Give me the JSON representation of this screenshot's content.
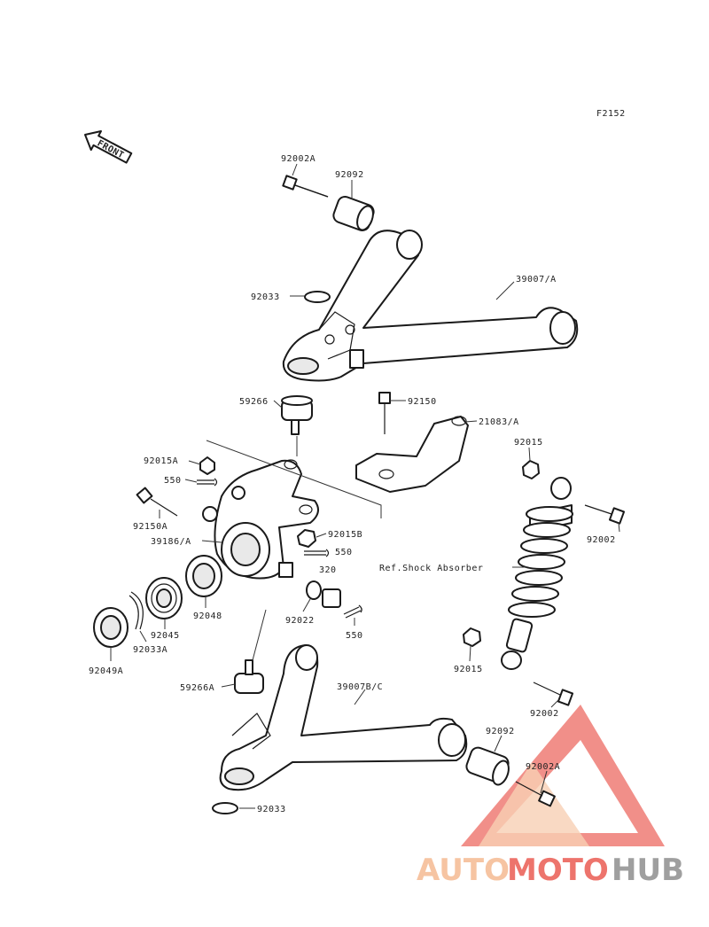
{
  "figure_code": "F2152",
  "front_label": "FRONT",
  "labels": {
    "p92002A_top": "92002A",
    "p92092_top": "92092",
    "p39007A": "39007/A",
    "p92033_top": "92033",
    "p59266": "59266",
    "p92150": "92150",
    "p21083A": "21083/A",
    "p92015_right": "92015",
    "p92015A": "92015A",
    "p550_left": "550",
    "p92150A": "92150A",
    "p39186A": "39186/A",
    "p92015B": "92015B",
    "p550_mid": "550",
    "p320": "320",
    "p92002_right": "92002",
    "ref_shock": "Ref.Shock Absorber",
    "p92048": "92048",
    "p92045": "92045",
    "p92033A": "92033A",
    "p92049A": "92049A",
    "p92022": "92022",
    "p550_low": "550",
    "p92015_low": "92015",
    "p59266A": "59266A",
    "p39007BC": "39007B/C",
    "p92002_low": "92002",
    "p92092_low": "92092",
    "p92002A_low": "92002A",
    "p92033_bottom": "92033"
  },
  "watermark": {
    "part1": "AUTO",
    "part2": "MOTO",
    "part3": "HUB",
    "color_orange": "#f4b183",
    "color_red": "#e8463c",
    "color_gray": "#7f7f7f"
  }
}
